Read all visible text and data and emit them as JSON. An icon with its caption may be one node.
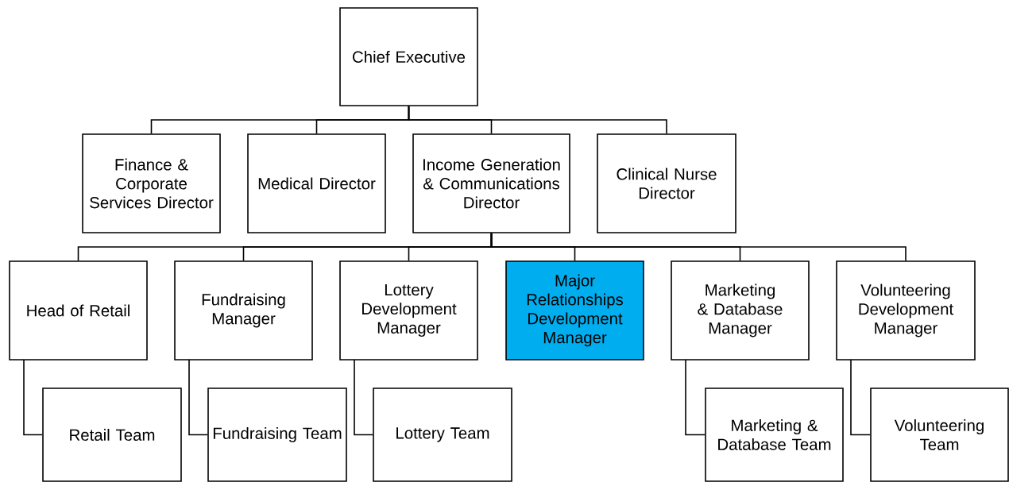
{
  "diagram": {
    "nodes": [
      {
        "text": [
          "Chief Executive"
        ]
      },
      {
        "text": [
          "Finance & Corporate Services Director"
        ]
      },
      {
        "text": [
          "Medical Director"
        ]
      },
      {
        "text": [
          "Income Generation & Communications Director"
        ]
      },
      {
        "text": [
          "Clinical Nurse Director"
        ]
      },
      {
        "text": [
          "Head of Retail"
        ]
      },
      {
        "text": [
          "Fundraising Manager"
        ]
      },
      {
        "text": [
          "Lottery Development Manager"
        ]
      },
      {
        "text": [
          "Major Relationships Development Manager"
        ]
      },
      {
        "text": [
          "Marketing & Database Manager"
        ]
      },
      {
        "text": [
          "Volunteering Development Manager"
        ]
      },
      {
        "text": [
          "Retail Team"
        ]
      },
      {
        "text": [
          "Fundraising Team"
        ]
      },
      {
        "text": [
          "Lottery Team"
        ]
      },
      {
        "text": [
          "Marketing & Database Team"
        ]
      },
      {
        "text": [
          "Volunteering Team"
        ]
      }
    ],
    "edges": [
      {
        "from": 0,
        "to": 1,
        "arrow": "none"
      },
      {
        "from": 0,
        "to": 2,
        "arrow": "none"
      },
      {
        "from": 0,
        "to": 3,
        "arrow": "none"
      },
      {
        "from": 0,
        "to": 4,
        "arrow": "none"
      },
      {
        "from": 3,
        "to": 5,
        "arrow": "none"
      },
      {
        "from": 3,
        "to": 6,
        "arrow": "none"
      },
      {
        "from": 3,
        "to": 7,
        "arrow": "none"
      },
      {
        "from": 3,
        "to": 8,
        "arrow": "none"
      },
      {
        "from": 3,
        "to": 9,
        "arrow": "none"
      },
      {
        "from": 3,
        "to": 10,
        "arrow": "none"
      },
      {
        "from": 5,
        "to": 11,
        "arrow": "none"
      },
      {
        "from": 6,
        "to": 12,
        "arrow": "none"
      },
      {
        "from": 7,
        "to": 13,
        "arrow": "none"
      },
      {
        "from": 9,
        "to": 14,
        "arrow": "none"
      },
      {
        "from": 10,
        "to": 15,
        "arrow": "none"
      }
    ]
  }
}
